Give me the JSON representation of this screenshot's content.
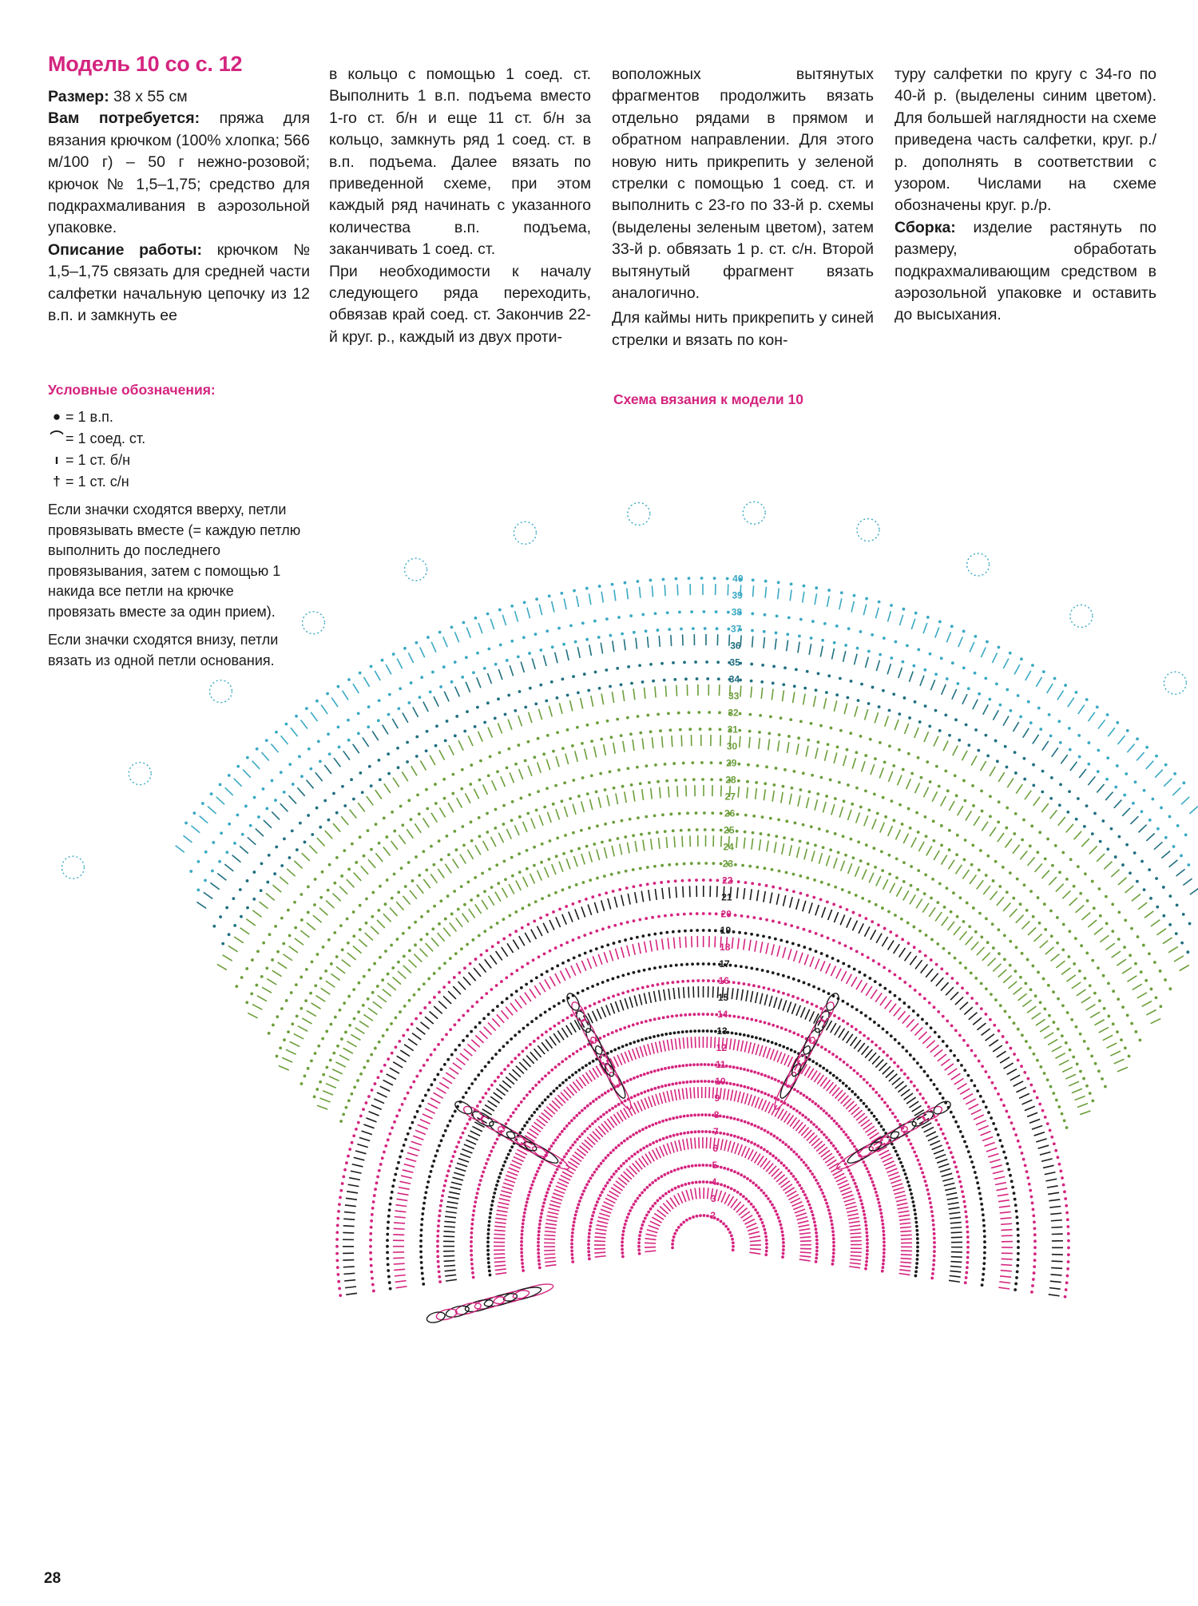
{
  "article": {
    "title": "Модель 10 со с. 12",
    "size_label": "Размер:",
    "size_value": " 38 х 55 см",
    "needs_label": "Вам потребуется:",
    "needs_text": " пряжа для вязания крючком (100% хлопка; 566 м/100 г) – 50 г нежно-розовой; крючок № 1,5–1,75; средство для подкрахмаливания в аэрозольной упаковке.",
    "desc_label": "Описание работы:",
    "desc_text_1": " крючком № 1,5–1,75 связать для средней части салфетки начальную цепочку из 12 в.п. и замкнуть ее",
    "desc_text_2": "в кольцо с помощью 1 соед. ст. Выполнить 1 в.п. подъема вместо 1-го ст. б/н и еще 11 ст. б/н за кольцо, замкнуть ряд 1 соед. ст. в в.п. подъема. Далее вязать по приведенной схеме, при этом каждый ряд начинать с указанного количества в.п. подъема, заканчивать 1 соед. ст.",
    "desc_text_3": "При необходимости к началу следующего ряда переходить, обвязав край соед. ст. Закончив 22-й круг. р., каждый из двух проти-",
    "desc_text_4": "воположных вытянутых фрагментов продолжить вязать отдельно рядами в прямом и обратном направлении. Для этого новую нить прикрепить у зеленой стрелки с помощью 1 соед. ст. и выполнить с 23-го по 33-й р. схемы (выделены зеленым цветом), затем 33-й р. обвязать 1 р. ст. с/н. Второй вытянутый фрагмент вязать аналогично.",
    "desc_text_5": "Для каймы нить прикрепить у синей стрелки и вязать по кон-",
    "desc_text_6": "туру салфетки по кругу с 34-го по 40-й р. (выделены синим цветом). Для большей наглядности на схеме приведена часть салфетки, круг. р./р. дополнять в соответствии с узором. Числами на схеме обозначены круг. р./р.",
    "assembly_label": "Сборка:",
    "assembly_text": " изделие растянуть по размеру, обработать подкрахмаливающим средством в аэрозольной упаковке и оставить до высыхания."
  },
  "legend": {
    "title": "Условные обозначения:",
    "items": [
      {
        "symbol": "●",
        "text": " = 1 в.п."
      },
      {
        "symbol": "⌒",
        "text": " = 1 соед. ст."
      },
      {
        "symbol": "ı",
        "text": " = 1 ст. б/н"
      },
      {
        "symbol": "†",
        "text": " = 1 ст. с/н"
      }
    ],
    "note_1": "Если значки сходятся вверху, петли провязывать вместе (= каждую петлю выполнить до последнего провязывания, затем с помощью 1 накида все петли на крючке провязать вместе за один прием).",
    "note_2": "Если значки сходятся внизу, петли вязать из одной петли основания."
  },
  "scheme": {
    "title": "Схема вязания к модели 10",
    "row_numbers": [
      "2",
      "3",
      "4",
      "5",
      "6",
      "7",
      "8",
      "9",
      "10",
      "11",
      "12",
      "13",
      "14",
      "15",
      "16",
      "17",
      "18",
      "19",
      "20",
      "21",
      "22",
      "23",
      "24",
      "25",
      "26",
      "27",
      "28",
      "29",
      "30",
      "31",
      "32",
      "33",
      "34",
      "35",
      "36",
      "37",
      "38",
      "39",
      "40"
    ],
    "colors": {
      "center": "#d4247f",
      "middle": "#1a1a1a",
      "green": "#6b9e3a",
      "teal": "#1f6f80",
      "blue": "#3aa9c4"
    }
  },
  "page_number": "28"
}
